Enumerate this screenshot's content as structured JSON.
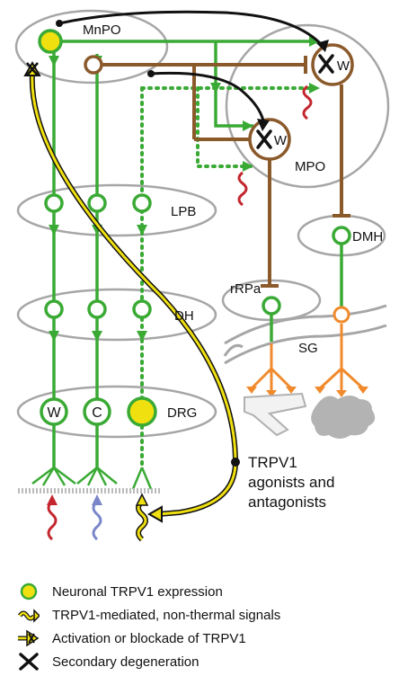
{
  "diagram": {
    "labels": {
      "mnpo": "MnPO",
      "mpo": "MPO",
      "lpb": "LPB",
      "dh": "DH",
      "drg": "DRG",
      "dmh": "DMH",
      "rrpa": "rRPa",
      "sg": "SG",
      "warm_symbol": "W",
      "cold_symbol": "C",
      "agonists_line1": "TRPV1",
      "agonists_line2": "agonists and",
      "agonists_line3": "antagonists"
    },
    "colors": {
      "green": "#3aaa35",
      "brown": "#8b5a2b",
      "orange": "#f08a2c",
      "gray": "#a6a6a6",
      "yellow": "#f0e010",
      "warm_red": "#c4262e",
      "cold_blue": "#7a86c8"
    }
  },
  "legend": [
    {
      "icon": "yellow-dot-icon",
      "text": "Neuronal TRPV1 expression"
    },
    {
      "icon": "wavy-arrow-icon",
      "text": "TRPV1-mediated, non-thermal signals"
    },
    {
      "icon": "arrow-head-icon",
      "text": "Activation or blockade of TRPV1"
    },
    {
      "icon": "cross-icon",
      "text": "Secondary degeneration"
    }
  ]
}
